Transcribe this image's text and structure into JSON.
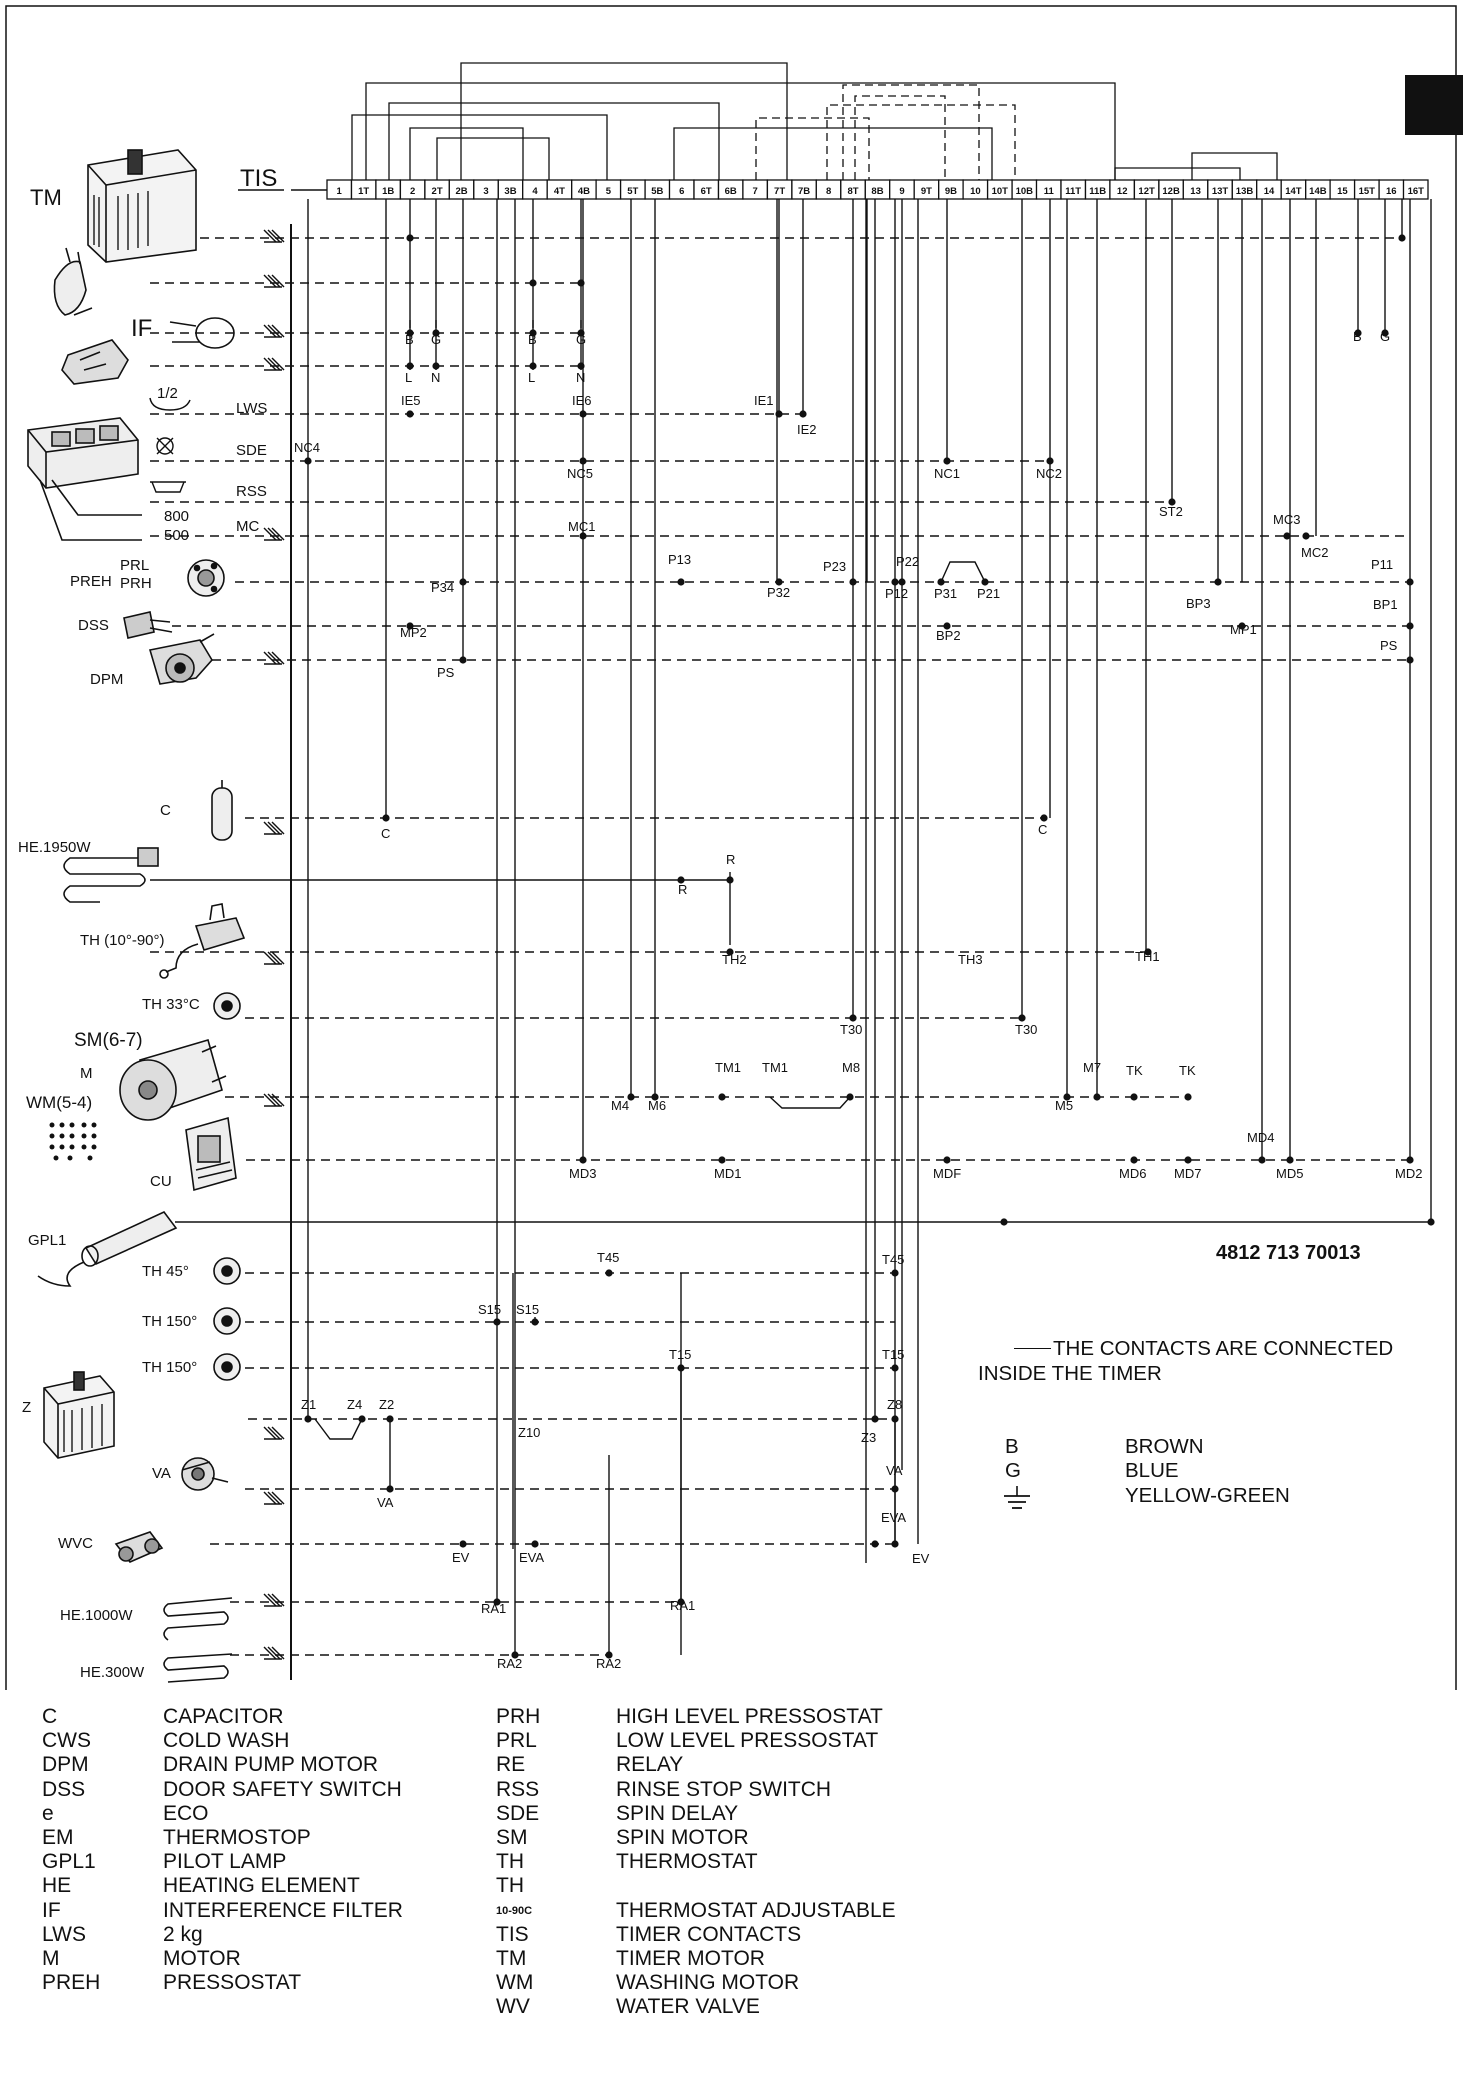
{
  "header": {
    "tis_label": "TIS",
    "tm_label": "TM",
    "part_number": "4812 713 70013"
  },
  "terminals": [
    "1",
    "1T",
    "1B",
    "2",
    "2T",
    "2B",
    "3",
    "3B",
    "4",
    "4T",
    "4B",
    "5",
    "5T",
    "5B",
    "6",
    "6T",
    "6B",
    "7",
    "7T",
    "7B",
    "8",
    "8T",
    "8B",
    "9",
    "9T",
    "9B",
    "10",
    "10T",
    "10B",
    "11",
    "11T",
    "11B",
    "12",
    "12T",
    "12B",
    "13",
    "13T",
    "13B",
    "14",
    "14T",
    "14B",
    "15",
    "15T",
    "16",
    "16T"
  ],
  "components": [
    {
      "id": "TM",
      "label": "TM",
      "icon": "timer-motor-icon"
    },
    {
      "id": "PLUG",
      "label": "",
      "icon": "mains-plug-icon"
    },
    {
      "id": "IF",
      "label": "IF",
      "icon": "interference-filter-icon"
    },
    {
      "id": "FILT",
      "label": "",
      "icon": "filter-block-icon"
    },
    {
      "id": "LWS",
      "label": "LWS",
      "icon": "half-load-icon"
    },
    {
      "id": "SDE",
      "label": "SDE",
      "icon": "spin-delay-icon"
    },
    {
      "id": "RSS",
      "label": "RSS",
      "icon": "rinse-stop-icon"
    },
    {
      "id": "MC",
      "label": "MC",
      "icon": "switch-bank-icon"
    },
    {
      "id": "PREH",
      "label": "PREH",
      "icon": "pressostat-icon"
    },
    {
      "id": "DSS",
      "label": "DSS",
      "icon": "door-switch-icon"
    },
    {
      "id": "DPM",
      "label": "DPM",
      "icon": "drain-pump-icon"
    },
    {
      "id": "C",
      "label": "C",
      "icon": "capacitor-icon"
    },
    {
      "id": "HE1950",
      "label": "HE.1950W",
      "icon": "heating-element-icon"
    },
    {
      "id": "TH1090",
      "label": "TH (10°-90°)",
      "icon": "thermostat-adjustable-icon"
    },
    {
      "id": "TH33",
      "label": "TH 33°C",
      "icon": "thermostat-icon"
    },
    {
      "id": "SM",
      "label": "SM(6-7)",
      "icon": "motor-icon"
    },
    {
      "id": "M",
      "label": "M",
      "icon": ""
    },
    {
      "id": "WM",
      "label": "WM(5-4)",
      "icon": "connector-icon"
    },
    {
      "id": "CU",
      "label": "CU",
      "icon": "control-unit-icon"
    },
    {
      "id": "GPL1",
      "label": "GPL1",
      "icon": "pilot-lamp-icon"
    },
    {
      "id": "TH45",
      "label": "TH 45°",
      "icon": "thermostat-icon"
    },
    {
      "id": "TH150a",
      "label": "TH 150°",
      "icon": "thermostat-icon"
    },
    {
      "id": "TH150b",
      "label": "TH 150°",
      "icon": "thermostat-icon"
    },
    {
      "id": "Z",
      "label": "Z",
      "icon": "transformer-icon"
    },
    {
      "id": "VA",
      "label": "VA",
      "icon": "valve-icon"
    },
    {
      "id": "WVC",
      "label": "WVC",
      "icon": "water-valve-icon"
    },
    {
      "id": "HE1000",
      "label": "HE.1000W",
      "icon": "heating-element-icon"
    },
    {
      "id": "HE300",
      "label": "HE.300W",
      "icon": "heating-element-icon"
    }
  ],
  "side_labels": {
    "half": "1/2",
    "prl": "PRL",
    "prh": "PRH",
    "s800": "800",
    "s500": "500"
  },
  "wire_labels": [
    {
      "id": "B1",
      "text": "B"
    },
    {
      "id": "G1",
      "text": "G"
    },
    {
      "id": "L1",
      "text": "L"
    },
    {
      "id": "N1",
      "text": "N"
    },
    {
      "id": "B2",
      "text": "B"
    },
    {
      "id": "G2",
      "text": "G"
    },
    {
      "id": "L2",
      "text": "L"
    },
    {
      "id": "N2",
      "text": "N"
    },
    {
      "id": "B3",
      "text": "B"
    },
    {
      "id": "G3",
      "text": "G"
    },
    {
      "id": "IE5",
      "text": "IE5"
    },
    {
      "id": "IE6",
      "text": "IE6"
    },
    {
      "id": "IE1",
      "text": "IE1"
    },
    {
      "id": "IE2",
      "text": "IE2"
    },
    {
      "id": "NC4",
      "text": "NC4"
    },
    {
      "id": "NC5",
      "text": "NC5"
    },
    {
      "id": "NC1",
      "text": "NC1"
    },
    {
      "id": "NC2",
      "text": "NC2"
    },
    {
      "id": "ST2",
      "text": "ST2"
    },
    {
      "id": "MC1",
      "text": "MC1"
    },
    {
      "id": "MC3",
      "text": "MC3"
    },
    {
      "id": "MC2",
      "text": "MC2"
    },
    {
      "id": "P13",
      "text": "P13"
    },
    {
      "id": "P23",
      "text": "P23"
    },
    {
      "id": "P22",
      "text": "P22"
    },
    {
      "id": "P11",
      "text": "P11"
    },
    {
      "id": "P34",
      "text": "P34"
    },
    {
      "id": "P32",
      "text": "P32"
    },
    {
      "id": "P12",
      "text": "P12"
    },
    {
      "id": "P31",
      "text": "P31"
    },
    {
      "id": "P21",
      "text": "P21"
    },
    {
      "id": "MP2",
      "text": "MP2"
    },
    {
      "id": "BP2",
      "text": "BP2"
    },
    {
      "id": "BP3",
      "text": "BP3"
    },
    {
      "id": "MP1",
      "text": "MP1"
    },
    {
      "id": "BP1",
      "text": "BP1"
    },
    {
      "id": "PS1",
      "text": "PS"
    },
    {
      "id": "PS2",
      "text": "PS"
    },
    {
      "id": "C1",
      "text": "C"
    },
    {
      "id": "C2",
      "text": "C"
    },
    {
      "id": "R1",
      "text": "R"
    },
    {
      "id": "R2",
      "text": "R"
    },
    {
      "id": "TH2",
      "text": "TH2"
    },
    {
      "id": "TH3",
      "text": "TH3"
    },
    {
      "id": "TH1",
      "text": "TH1"
    },
    {
      "id": "T30a",
      "text": "T30"
    },
    {
      "id": "T30b",
      "text": "T30"
    },
    {
      "id": "TM1a",
      "text": "TM1"
    },
    {
      "id": "TM1b",
      "text": "TM1"
    },
    {
      "id": "M8",
      "text": "M8"
    },
    {
      "id": "M7",
      "text": "M7"
    },
    {
      "id": "TK1",
      "text": "TK"
    },
    {
      "id": "TK2",
      "text": "TK"
    },
    {
      "id": "M4",
      "text": "M4"
    },
    {
      "id": "M6",
      "text": "M6"
    },
    {
      "id": "M5",
      "text": "M5"
    },
    {
      "id": "MD4",
      "text": "MD4"
    },
    {
      "id": "MD3",
      "text": "MD3"
    },
    {
      "id": "MD1",
      "text": "MD1"
    },
    {
      "id": "MDF",
      "text": "MDF"
    },
    {
      "id": "MD6",
      "text": "MD6"
    },
    {
      "id": "MD7",
      "text": "MD7"
    },
    {
      "id": "MD5",
      "text": "MD5"
    },
    {
      "id": "MD2",
      "text": "MD2"
    },
    {
      "id": "T45a",
      "text": "T45"
    },
    {
      "id": "T45b",
      "text": "T45"
    },
    {
      "id": "S15a",
      "text": "S15"
    },
    {
      "id": "S15b",
      "text": "S15"
    },
    {
      "id": "T15a",
      "text": "T15"
    },
    {
      "id": "T15b",
      "text": "T15"
    },
    {
      "id": "Z1",
      "text": "Z1"
    },
    {
      "id": "Z4",
      "text": "Z4"
    },
    {
      "id": "Z2",
      "text": "Z2"
    },
    {
      "id": "Z10",
      "text": "Z10"
    },
    {
      "id": "Z8",
      "text": "Z8"
    },
    {
      "id": "Z3",
      "text": "Z3"
    },
    {
      "id": "VA1",
      "text": "VA"
    },
    {
      "id": "VA2",
      "text": "VA"
    },
    {
      "id": "EV1",
      "text": "EV"
    },
    {
      "id": "EVA1",
      "text": "EVA"
    },
    {
      "id": "EVA2",
      "text": "EVA"
    },
    {
      "id": "EV2",
      "text": "EV"
    },
    {
      "id": "RA1a",
      "text": "RA1"
    },
    {
      "id": "RA1b",
      "text": "RA1"
    },
    {
      "id": "RA2a",
      "text": "RA2"
    },
    {
      "id": "RA2b",
      "text": "RA2"
    }
  ],
  "notes": {
    "contacts_line1": "THE CONTACTS ARE CONNECTED",
    "contacts_line2": "INSIDE THE TIMER"
  },
  "color_key": [
    {
      "code": "B",
      "name": "BROWN"
    },
    {
      "code": "G",
      "name": "BLUE"
    },
    {
      "code": "",
      "name": "YELLOW-GREEN"
    }
  ],
  "legend_left": [
    {
      "code": "C",
      "desc": "CAPACITOR"
    },
    {
      "code": "CWS",
      "desc": "COLD WASH"
    },
    {
      "code": "DPM",
      "desc": "DRAIN PUMP MOTOR"
    },
    {
      "code": "DSS",
      "desc": "DOOR SAFETY SWITCH"
    },
    {
      "code": "e",
      "desc": "ECO"
    },
    {
      "code": "EM",
      "desc": "THERMOSTOP"
    },
    {
      "code": "GPL1",
      "desc": "PILOT LAMP"
    },
    {
      "code": "HE",
      "desc": "HEATING ELEMENT"
    },
    {
      "code": "IF",
      "desc": "INTERFERENCE FILTER"
    },
    {
      "code": "LWS",
      "desc": "2 kg"
    },
    {
      "code": "M",
      "desc": "MOTOR"
    },
    {
      "code": "PREH",
      "desc": "PRESSOSTAT"
    }
  ],
  "legend_right": [
    {
      "code": "PRH",
      "desc": "HIGH LEVEL PRESSOSTAT"
    },
    {
      "code": "PRL",
      "desc": "LOW LEVEL PRESSOSTAT"
    },
    {
      "code": "RE",
      "desc": "RELAY"
    },
    {
      "code": "RSS",
      "desc": "RINSE STOP SWITCH"
    },
    {
      "code": "SDE",
      "desc": "SPIN DELAY"
    },
    {
      "code": "SM",
      "desc": "SPIN MOTOR"
    },
    {
      "code": "TH",
      "desc": "THERMOSTAT"
    },
    {
      "code": "TH",
      "desc": ""
    },
    {
      "code": "10-90C",
      "desc": "THERMOSTAT ADJUSTABLE"
    },
    {
      "code": "TIS",
      "desc": "TIMER CONTACTS"
    },
    {
      "code": "TM",
      "desc": "TIMER MOTOR"
    },
    {
      "code": "WM",
      "desc": "WASHING MOTOR"
    },
    {
      "code": "WV",
      "desc": "WATER VALVE"
    }
  ]
}
